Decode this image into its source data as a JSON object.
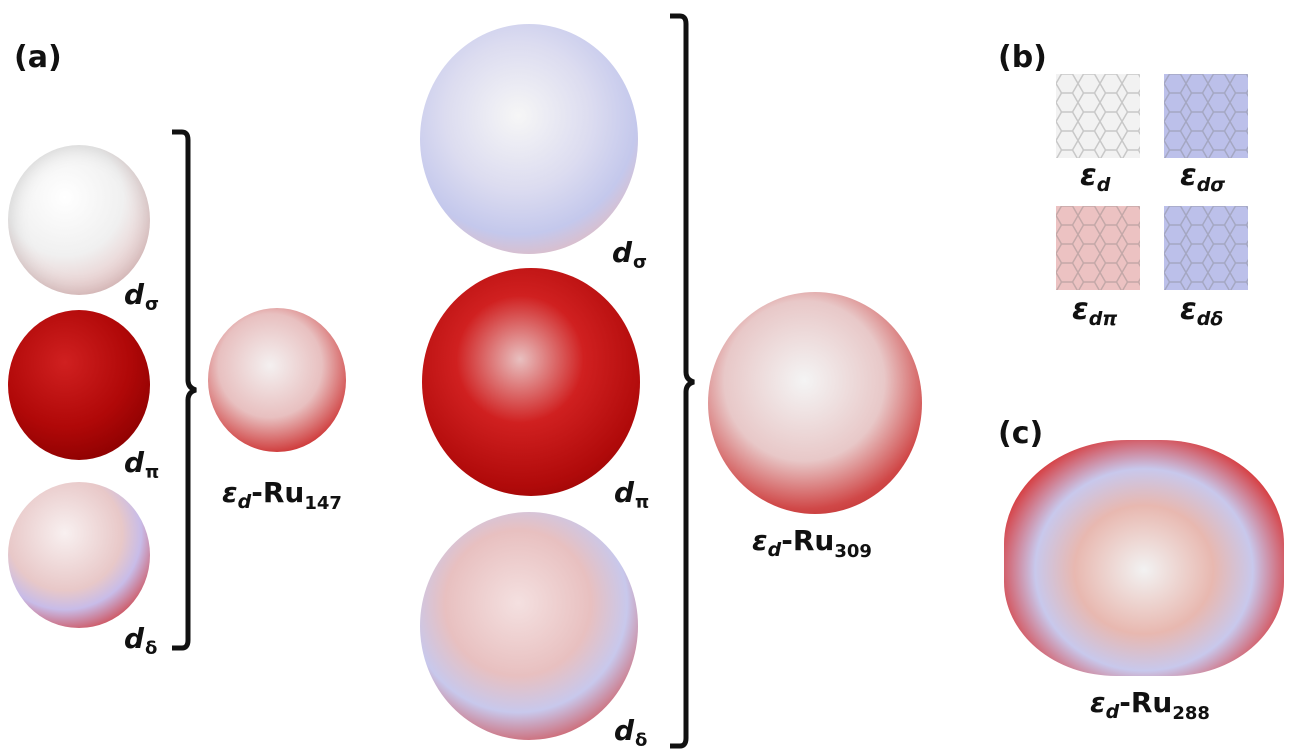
{
  "panels": {
    "a": "(a)",
    "b": "(b)",
    "c": "(c)"
  },
  "colors": {
    "white": "#f4f4f4",
    "light_red": "#e8b5b5",
    "red": "#d42020",
    "dark_red": "#8a0000",
    "blue": "#b9bde8",
    "bracket": "#111111"
  },
  "ru147": {
    "d_sigma": {
      "main": "d",
      "sub": "σ"
    },
    "d_pi": {
      "main": "d",
      "sub": "π"
    },
    "d_delta": {
      "main": "d",
      "sub": "δ"
    },
    "result": {
      "eps": "ε",
      "d": "d",
      "dash": "-Ru",
      "num": "147"
    }
  },
  "ru309": {
    "d_sigma": {
      "main": "d",
      "sub": "σ"
    },
    "d_pi": {
      "main": "d",
      "sub": "π"
    },
    "d_delta": {
      "main": "d",
      "sub": "δ"
    },
    "result": {
      "eps": "ε",
      "d": "d",
      "dash": "-Ru",
      "num": "309"
    }
  },
  "legend": [
    {
      "eps": "ε",
      "sub": "d"
    },
    {
      "eps": "ε",
      "sub": "dσ"
    },
    {
      "eps": "ε",
      "sub": "dπ"
    },
    {
      "eps": "ε",
      "sub": "dδ"
    }
  ],
  "ru288": {
    "eps": "ε",
    "d": "d",
    "dash": "-Ru",
    "num": "288"
  }
}
